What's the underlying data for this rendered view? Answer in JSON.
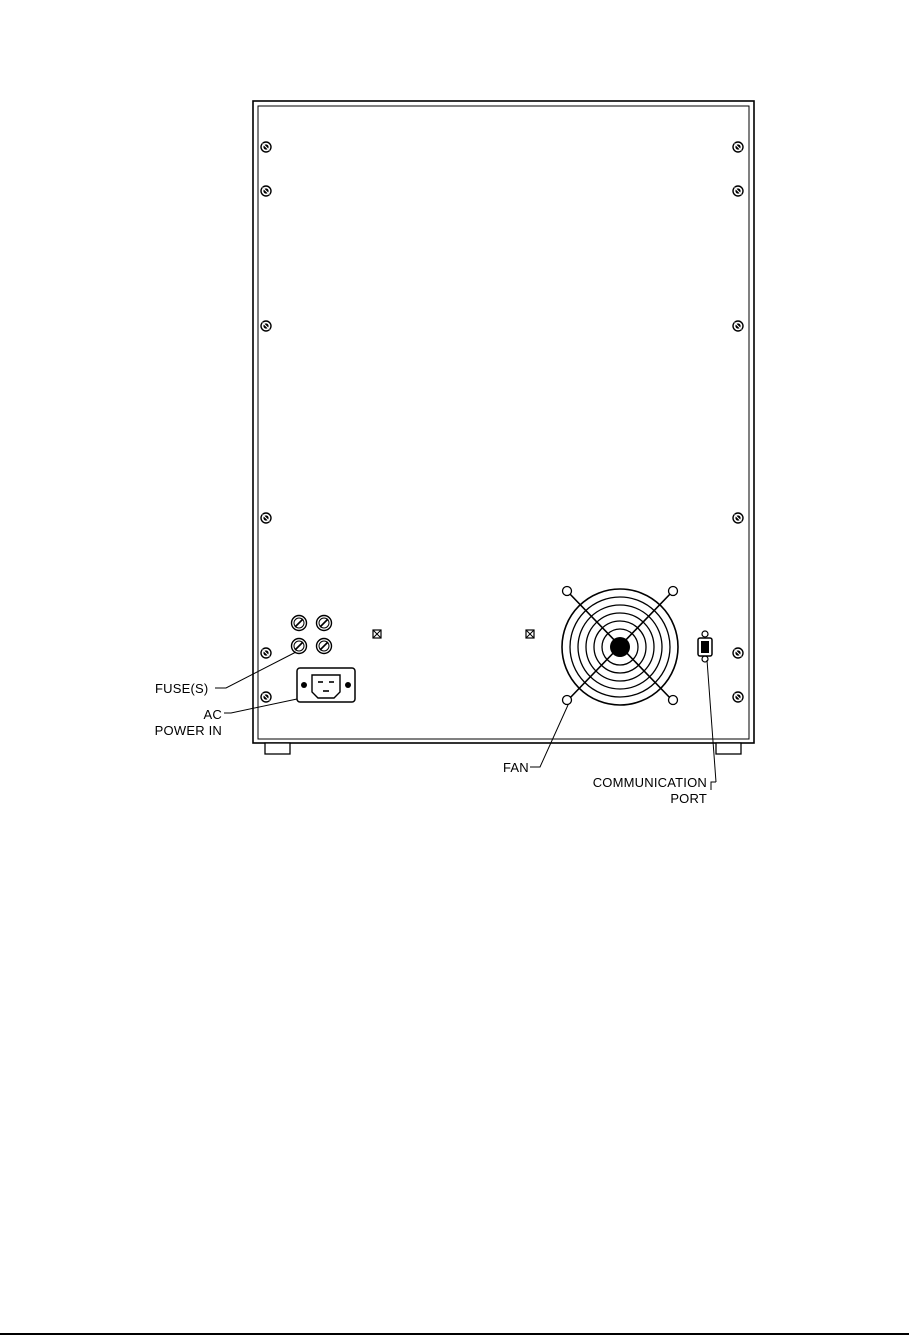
{
  "diagram": {
    "labels": {
      "fuses": "FUSE(S)",
      "ac_line1": "AC",
      "ac_line2": "POWER IN",
      "fan": "FAN",
      "comm_line1": "COMMUNICATION",
      "comm_line2": "PORT"
    },
    "line_color": "#000000",
    "background_color": "#ffffff"
  }
}
